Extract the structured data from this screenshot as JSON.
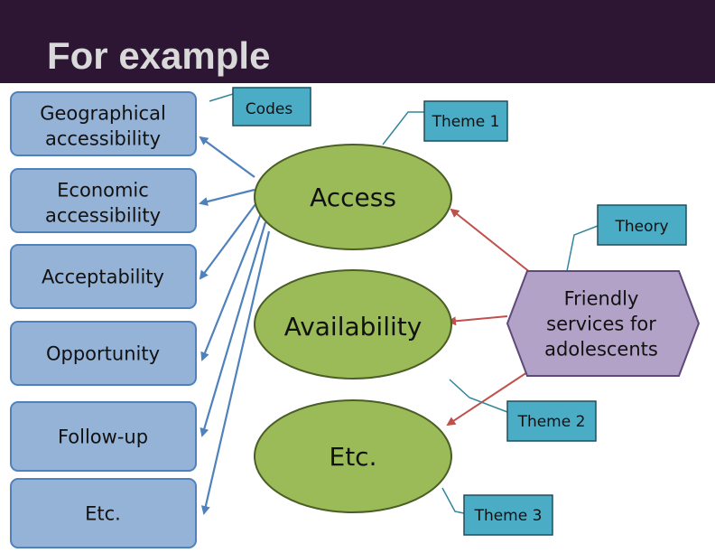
{
  "slide": {
    "title": "For example",
    "header_color": "#2c1633"
  },
  "codes_label": "Codes",
  "codes": [
    {
      "lines": [
        "Geographical",
        "accessibility"
      ]
    },
    {
      "lines": [
        "Economic",
        "accessibility"
      ]
    },
    {
      "lines": [
        "Acceptability"
      ]
    },
    {
      "lines": [
        "Opportunity"
      ]
    },
    {
      "lines": [
        "Follow-up"
      ]
    },
    {
      "lines": [
        "Etc."
      ]
    }
  ],
  "themes": [
    {
      "label": "Access"
    },
    {
      "label": "Availability"
    },
    {
      "label": "Etc."
    }
  ],
  "theme_callouts": [
    "Theme 1",
    "Theme 2",
    "Theme 3"
  ],
  "theory_label": "Theory",
  "theory": {
    "lines": [
      "Friendly",
      "services for",
      "adolescents"
    ]
  },
  "colors": {
    "code_box_fill": "#95b3d7",
    "code_box_stroke": "#4f81bd",
    "theme_fill": "#9bbb59",
    "theme_stroke": "#4a5e26",
    "theory_fill": "#b3a2c7",
    "theory_stroke": "#5f497a",
    "callout_fill": "#4bacc6",
    "callout_stroke": "#1f4e5a",
    "connector_blue": "#4f81bd",
    "connector_red": "#c0504d",
    "connector_teal": "#31859c"
  }
}
